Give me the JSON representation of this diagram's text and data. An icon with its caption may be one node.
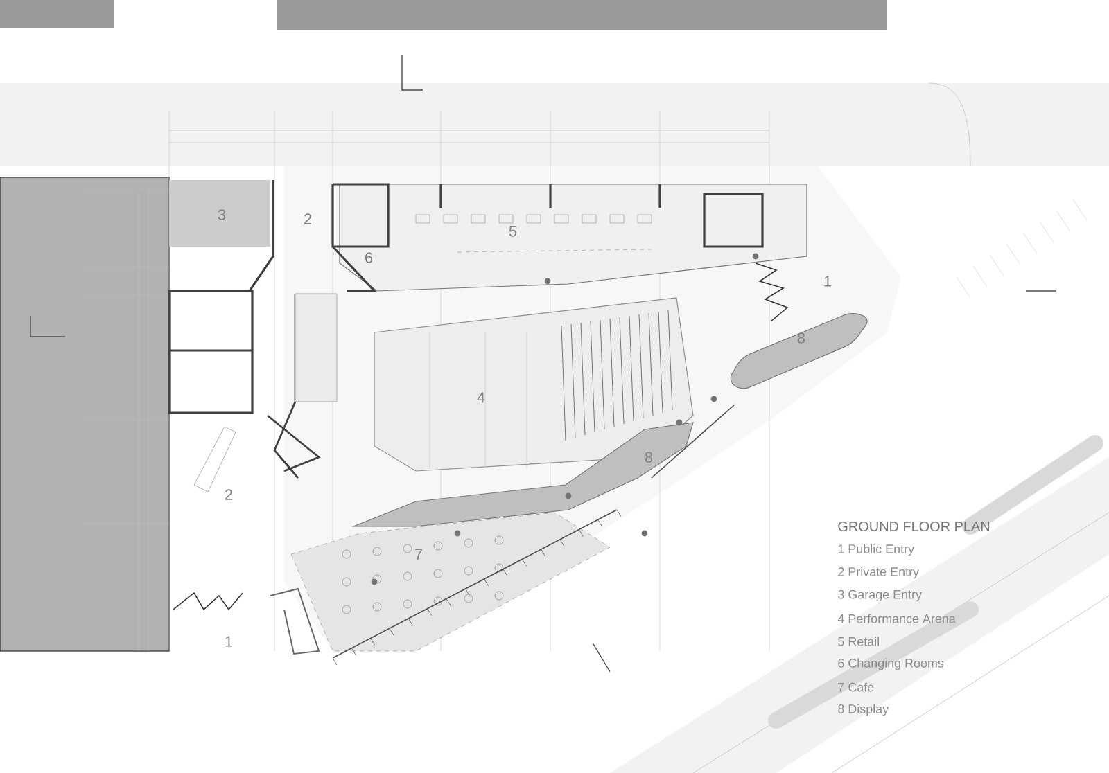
{
  "diagram": {
    "title": "GROUND FLOOR PLAN",
    "labels": [
      "3",
      "2",
      "6",
      "5",
      "1",
      "8",
      "4",
      "8",
      "2",
      "7",
      "1",
      "1 Public Entry",
      "2 Private Entry",
      "3 Garage Entry",
      "4 Performance Arena",
      "5 Retail",
      "6 Changing Rooms",
      "7 Cafe",
      "8 Display"
    ]
  }
}
